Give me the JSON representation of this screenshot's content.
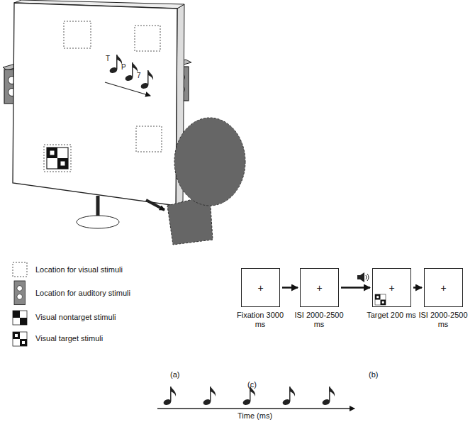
{
  "diagram": {
    "nodes": [
      {
        "text": [
          "+",
          "Fixation 3000 ms"
        ]
      },
      {
        "text": [
          "+",
          "ISI 2000-2500 ms"
        ]
      },
      {
        "text": [
          "+",
          "Target 200 ms"
        ]
      },
      {
        "text": [
          "+",
          "ISI 2000-2500 ms"
        ]
      }
    ],
    "edges": [
      {
        "from": 0,
        "to": 1,
        "arrow": "to"
      },
      {
        "from": 1,
        "to": 2,
        "arrow": "to"
      },
      {
        "from": 2,
        "to": 3,
        "arrow": "to"
      }
    ],
    "labels": [
      "T",
      "P",
      "7",
      "(a)",
      "(b)",
      "(c)",
      "Time (ms)"
    ],
    "legend": [
      {
        "text": "Location for visual stimuli"
      },
      {
        "text": "Location for auditory stimuli"
      },
      {
        "text": "Visual nontarget stimuli"
      },
      {
        "text": "Visual target stimuli"
      }
    ]
  }
}
